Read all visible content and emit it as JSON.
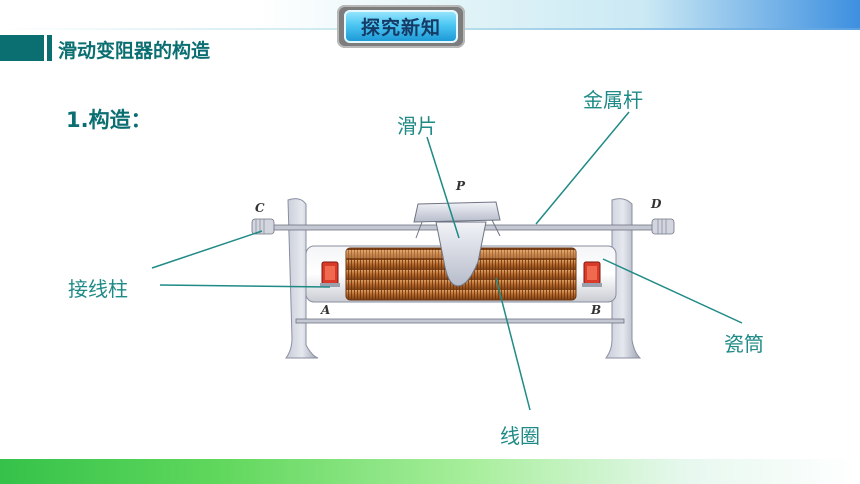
{
  "header": {
    "badge_label": "探究新知"
  },
  "section": {
    "title": "滑动变阻器的构造"
  },
  "content": {
    "heading": "1.构造："
  },
  "labels": {
    "slider": "滑片",
    "metal_rod": "金属杆",
    "terminal": "接线柱",
    "porcelain_tube": "瓷筒",
    "coil": "线圈"
  },
  "diagram_letters": {
    "p": "P",
    "c": "C",
    "d": "D",
    "a": "A",
    "b": "B"
  },
  "colors": {
    "teal": "#0b6f72",
    "callout_text": "#1f8a86",
    "coil": "#b06a2a",
    "badge": "#4cc7f2"
  }
}
